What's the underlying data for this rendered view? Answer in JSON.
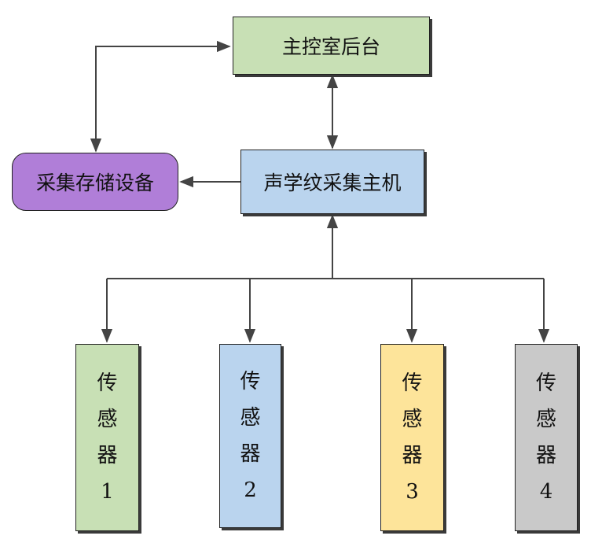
{
  "nodes": {
    "main_control": "主控室后台",
    "acoustic_host": "声学纹采集主机",
    "storage": "采集存储设备",
    "sensor_1": {
      "l1": "传",
      "l2": "感",
      "l3": "器",
      "num": "1"
    },
    "sensor_2": {
      "l1": "传",
      "l2": "感",
      "l3": "器",
      "num": "2"
    },
    "sensor_3": {
      "l1": "传",
      "l2": "感",
      "l3": "器",
      "num": "3"
    },
    "sensor_4": {
      "l1": "传",
      "l2": "感",
      "l3": "器",
      "num": "4"
    }
  },
  "colors": {
    "main_control": "#c8e0b5",
    "acoustic_host": "#bad4ee",
    "storage": "#b07ed8",
    "sensor_1": "#c8e0b5",
    "sensor_2": "#bad4ee",
    "sensor_3": "#fde49a",
    "sensor_4": "#c9c9c9",
    "line": "#444444"
  }
}
